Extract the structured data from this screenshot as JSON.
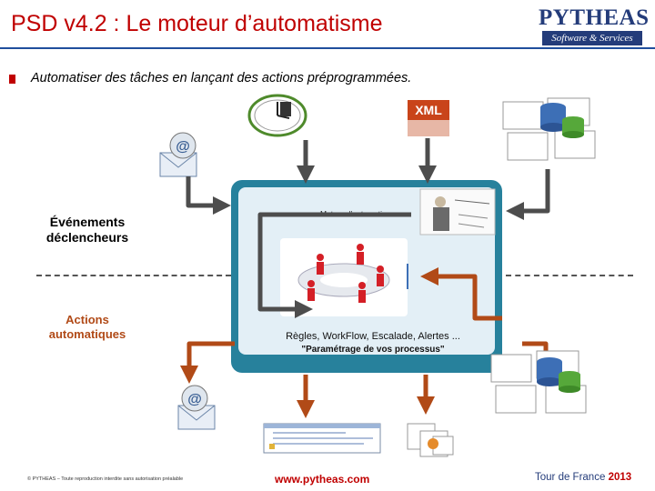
{
  "header": {
    "title": "PSD v4.2 : Le moteur d’automatisme",
    "logo_name": "PYTHEAS",
    "logo_tagline": "Software & Services"
  },
  "subtitle": "Automatiser des tâches en lançant des actions préprogrammées.",
  "labels": {
    "events_line1": "Événements",
    "events_line2": "déclencheurs",
    "actions_line1": "Actions",
    "actions_line2": "automatiques"
  },
  "engine": {
    "title": "Moteur d’automatismes",
    "rules": "Règles, WorkFlow, Escalade, Alertes ...",
    "parametrage": "\"Paramétrage de vos processus\""
  },
  "icons": {
    "xml_text": "XML",
    "email_symbol": "@"
  },
  "footer": {
    "copyright": "© PYTHEAS – Toute reproduction interdite sans autorisation préalable",
    "url": "www.pytheas.com",
    "tour_prefix": "Tour de France",
    "tour_year": "2013"
  },
  "colors": {
    "title_red": "#c00000",
    "brand_blue": "#243c7a",
    "panel_teal": "#27819c",
    "arrow_grey": "#4d4d4d",
    "arrow_orange": "#b14a17"
  }
}
